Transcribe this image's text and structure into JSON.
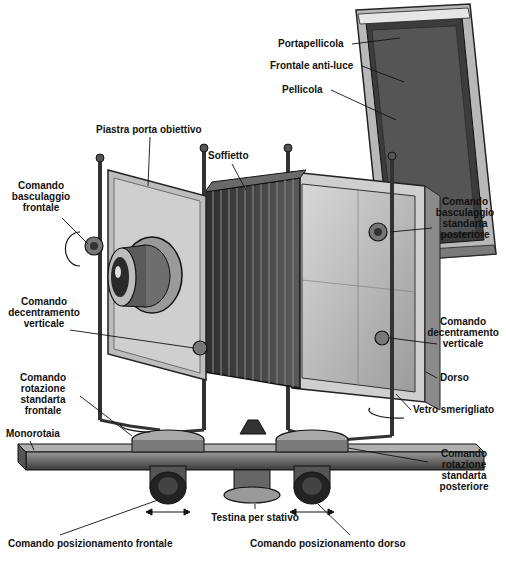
{
  "diagram": {
    "labels": [
      "Portapellicola",
      "Frontale anti-luce",
      "Pellicola",
      "Piastra porta obiettivo",
      "Soffietto",
      "Comando basculaggio frontale",
      "Comando basculaggio standarta posteriore",
      "Comando decentramento verticale",
      "Comando decentramento verticale",
      "Dorso",
      "Comando rotazione standarta frontale",
      "Vetro smerigliato",
      "Monorotaia",
      "Comando rotazione standarta posteriore",
      "Testina per stativo",
      "Comando posizionamento frontale",
      "Comando posizionamento dorso"
    ]
  }
}
